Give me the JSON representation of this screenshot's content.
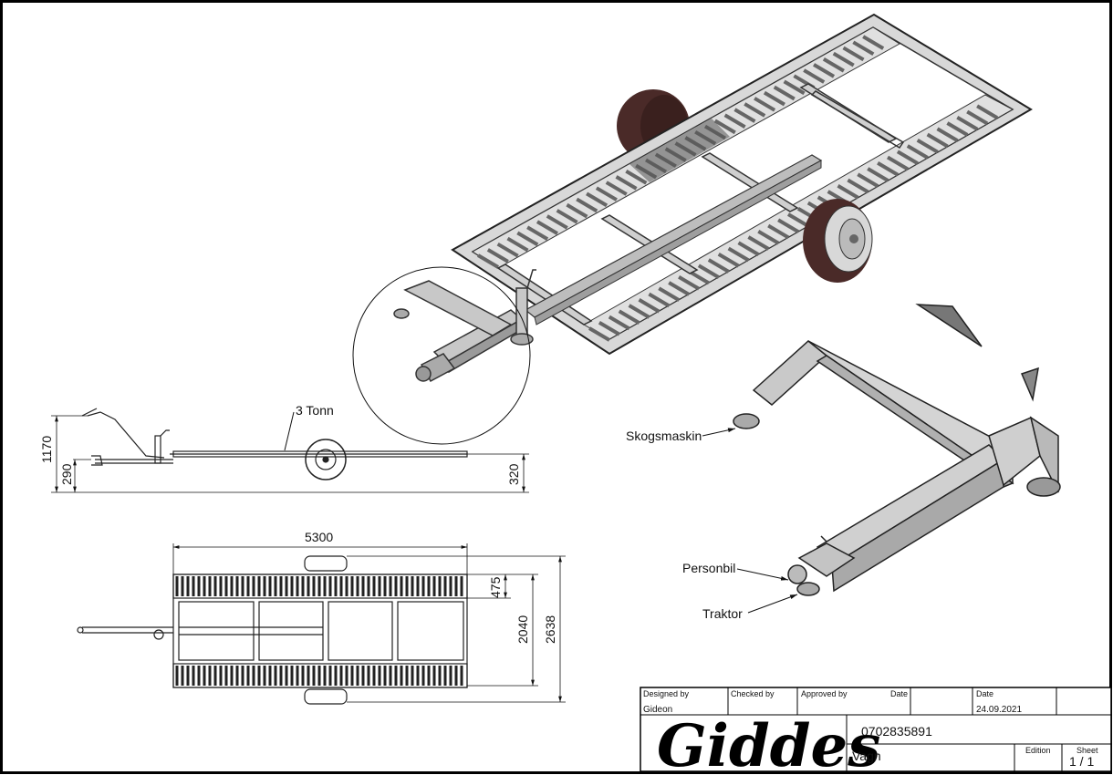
{
  "drawing": {
    "callouts": {
      "capacity": "3 Tonn",
      "forest_machine": "Skogsmaskin",
      "passenger_car": "Personbil",
      "tractor": "Traktor"
    },
    "dimensions": {
      "side_height_total": "1170",
      "side_height_hitch": "290",
      "side_clearance": "320",
      "top_length": "5300",
      "top_ramp_width": "475",
      "top_inner_width": "2040",
      "top_outer_width": "2638"
    }
  },
  "title_block": {
    "designed_by_label": "Designed by",
    "designed_by_value": "Gideon",
    "checked_by_label": "Checked by",
    "approved_by_label": "Approved by",
    "date_label_1": "Date",
    "date_label_2": "Date",
    "date_value": "24.09.2021",
    "company": "Giddes",
    "part_number": "0702835891",
    "title": "Vagn",
    "edition_label": "Edition",
    "sheet_label": "Sheet",
    "sheet_value": "1 / 1"
  }
}
